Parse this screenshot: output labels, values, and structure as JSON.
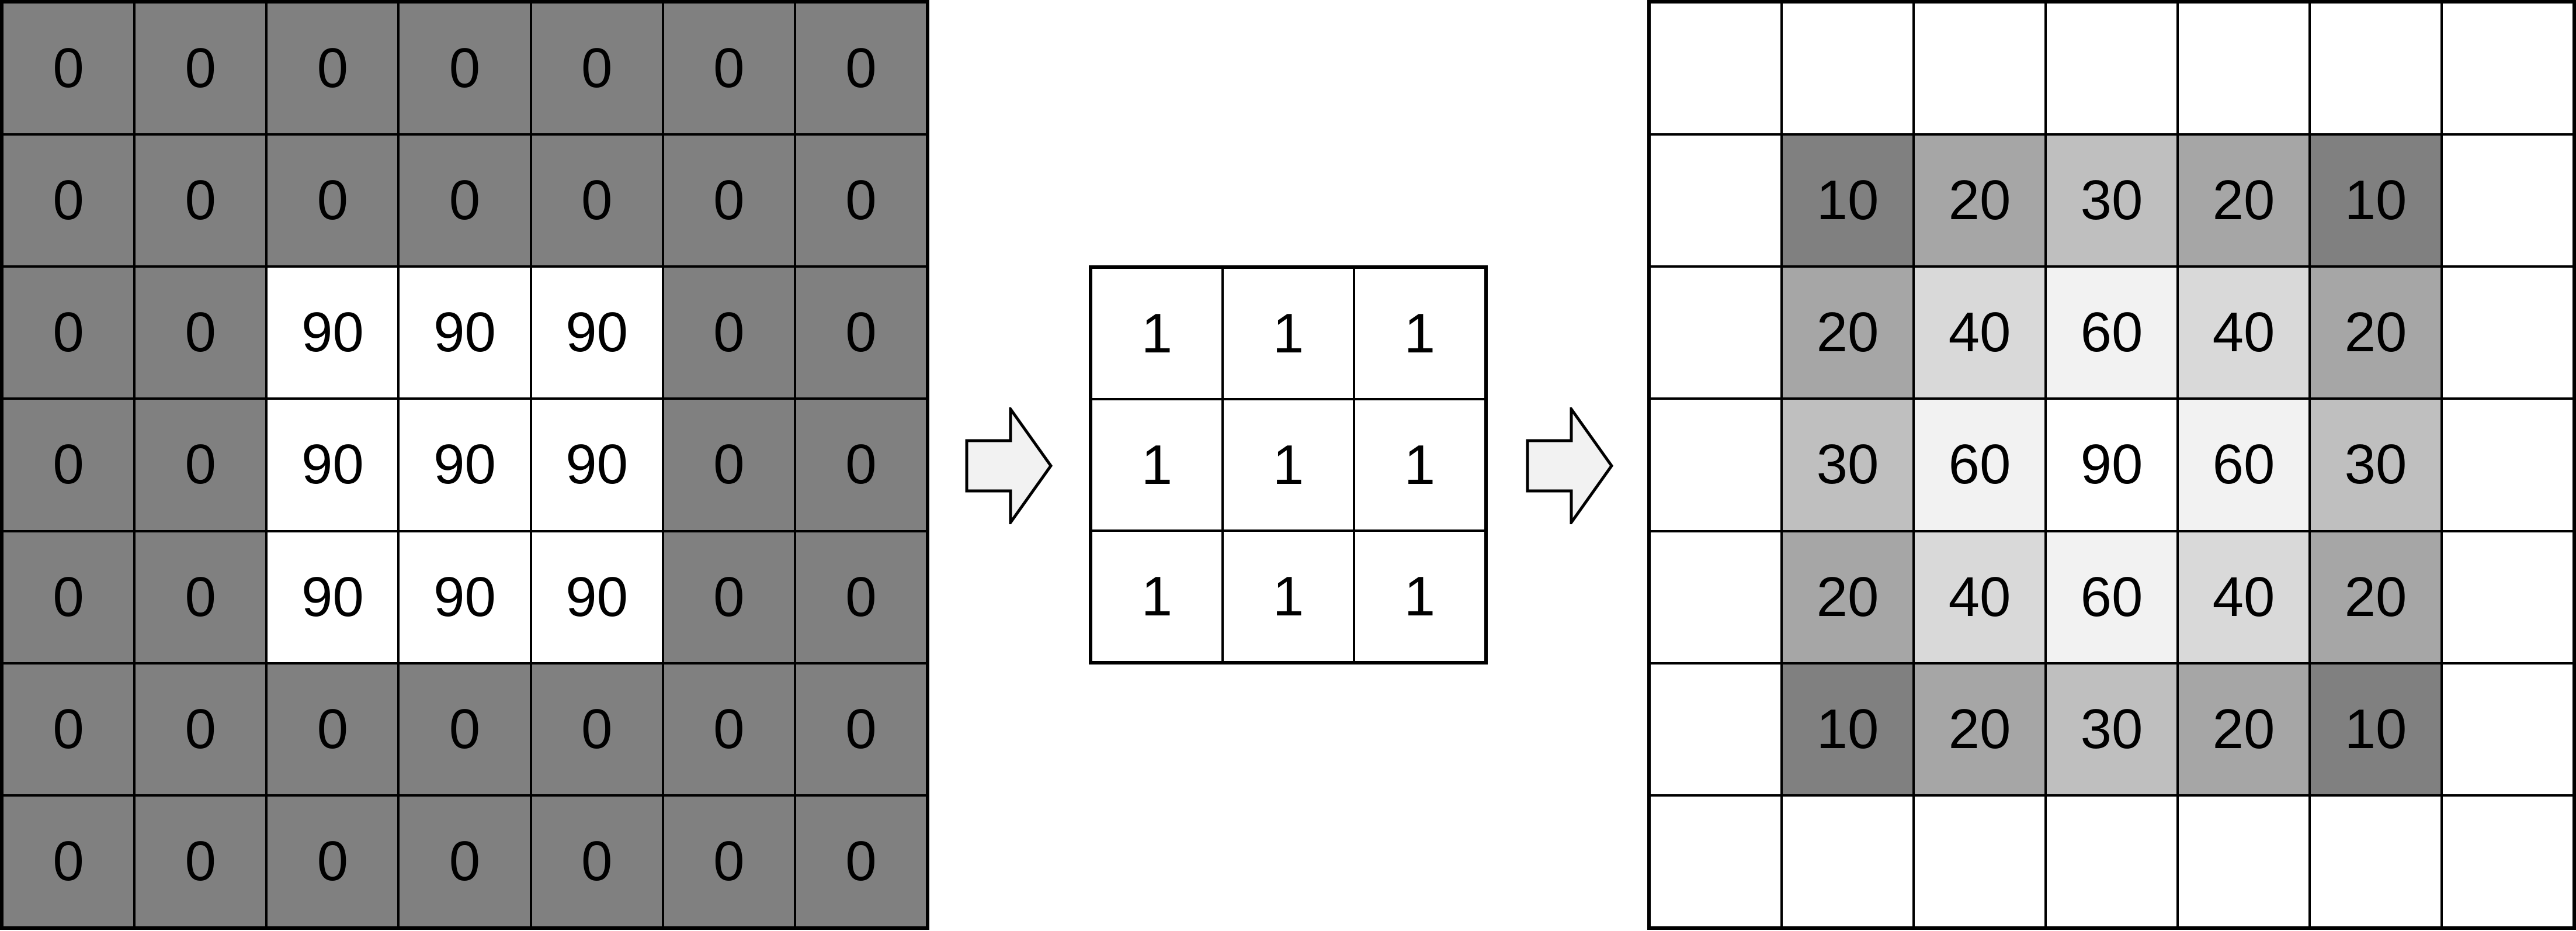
{
  "colors": {
    "background": "#ffffff",
    "grid_lines": "#000000",
    "text": "#000000",
    "arrow_fill": "#f2f2f2",
    "arrow_stroke": "#000000",
    "input_shades": {
      "0": "#808080",
      "90": "#ffffff"
    },
    "output_shades": {
      "": "#ffffff",
      "10": "#808080",
      "20": "#a6a6a6",
      "30": "#bfbfbf",
      "40": "#d9d9d9",
      "60": "#f2f2f2",
      "90": "#ffffff"
    }
  },
  "icons": {
    "arrow": "right-arrow-icon"
  },
  "input_grid": {
    "rows": [
      [
        "0",
        "0",
        "0",
        "0",
        "0",
        "0",
        "0"
      ],
      [
        "0",
        "0",
        "0",
        "0",
        "0",
        "0",
        "0"
      ],
      [
        "0",
        "0",
        "90",
        "90",
        "90",
        "0",
        "0"
      ],
      [
        "0",
        "0",
        "90",
        "90",
        "90",
        "0",
        "0"
      ],
      [
        "0",
        "0",
        "90",
        "90",
        "90",
        "0",
        "0"
      ],
      [
        "0",
        "0",
        "0",
        "0",
        "0",
        "0",
        "0"
      ],
      [
        "0",
        "0",
        "0",
        "0",
        "0",
        "0",
        "0"
      ]
    ]
  },
  "kernel_grid": {
    "rows": [
      [
        "1",
        "1",
        "1"
      ],
      [
        "1",
        "1",
        "1"
      ],
      [
        "1",
        "1",
        "1"
      ]
    ]
  },
  "output_grid": {
    "rows": [
      [
        "",
        "",
        "",
        "",
        "",
        "",
        ""
      ],
      [
        "",
        "10",
        "20",
        "30",
        "20",
        "10",
        ""
      ],
      [
        "",
        "20",
        "40",
        "60",
        "40",
        "20",
        ""
      ],
      [
        "",
        "30",
        "60",
        "90",
        "60",
        "30",
        ""
      ],
      [
        "",
        "20",
        "40",
        "60",
        "40",
        "20",
        ""
      ],
      [
        "",
        "10",
        "20",
        "30",
        "20",
        "10",
        ""
      ],
      [
        "",
        "",
        "",
        "",
        "",
        "",
        ""
      ]
    ]
  }
}
